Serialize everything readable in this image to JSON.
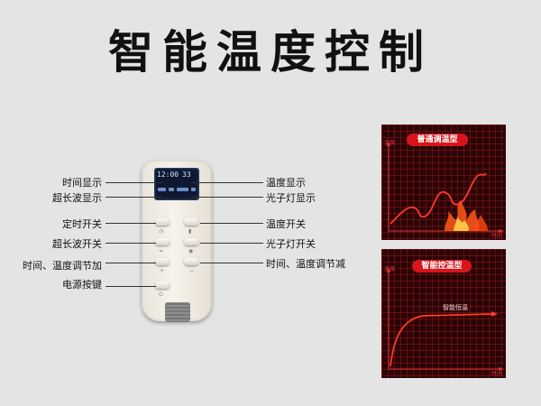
{
  "title": "智能温度控制",
  "remote": {
    "lcd_time": "12:00",
    "lcd_temp": "33"
  },
  "labels_left": [
    "时间显示",
    "超长波显示",
    "定时开关",
    "超长波开关",
    "时间、温度调节加",
    "电源按键"
  ],
  "labels_right": [
    "温度显示",
    "光子灯显示",
    "温度开关",
    "光子灯开关",
    "时间、温度调节减"
  ],
  "panel_normal": {
    "title": "普通调温型",
    "y_axis": "温度",
    "x_axis": "时间"
  },
  "panel_smart": {
    "title": "智能控温型",
    "y_axis": "温度",
    "x_axis": "时间",
    "curve_label": "智能恒温"
  },
  "colors": {
    "accent_red": "#d7151b",
    "panel_bg": "#2a0406",
    "curve": "#ff3a2a"
  }
}
